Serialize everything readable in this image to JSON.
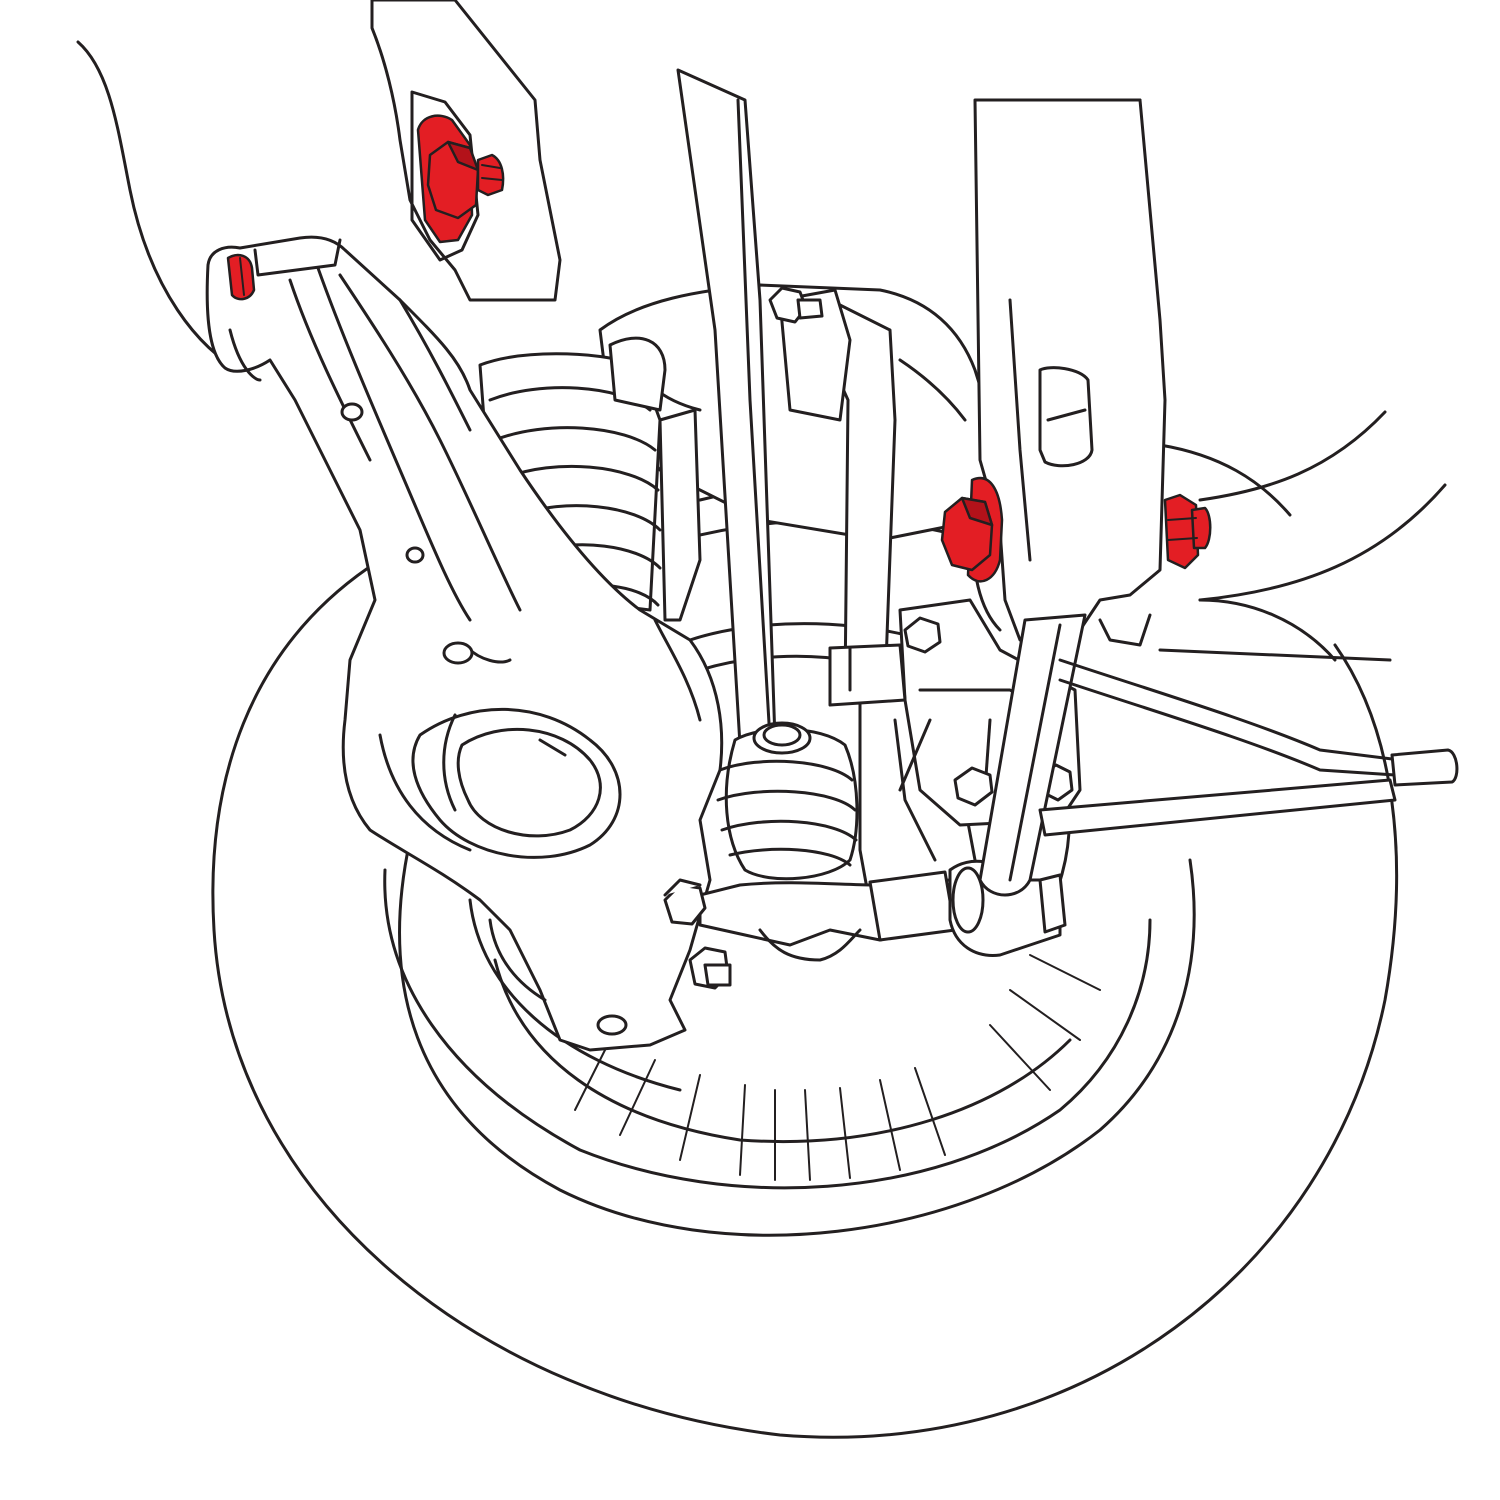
{
  "diagram": {
    "subject": "rear-suspension-assembly",
    "colors": {
      "outline": "#231f20",
      "fill": "#ffffff",
      "highlight": "#e31e24",
      "highlight_dark": "#b3121a"
    },
    "highlighted_parts": [
      {
        "name": "upper-arm-mount-bolt-nut",
        "icon": "hex-nut-bolt-icon"
      },
      {
        "name": "upper-arm-bushing-sleeve",
        "icon": "bushing-icon"
      },
      {
        "name": "control-arm-flange-nut",
        "icon": "hex-flange-nut-icon"
      },
      {
        "name": "control-arm-bolt-end",
        "icon": "bolt-end-icon"
      }
    ]
  }
}
